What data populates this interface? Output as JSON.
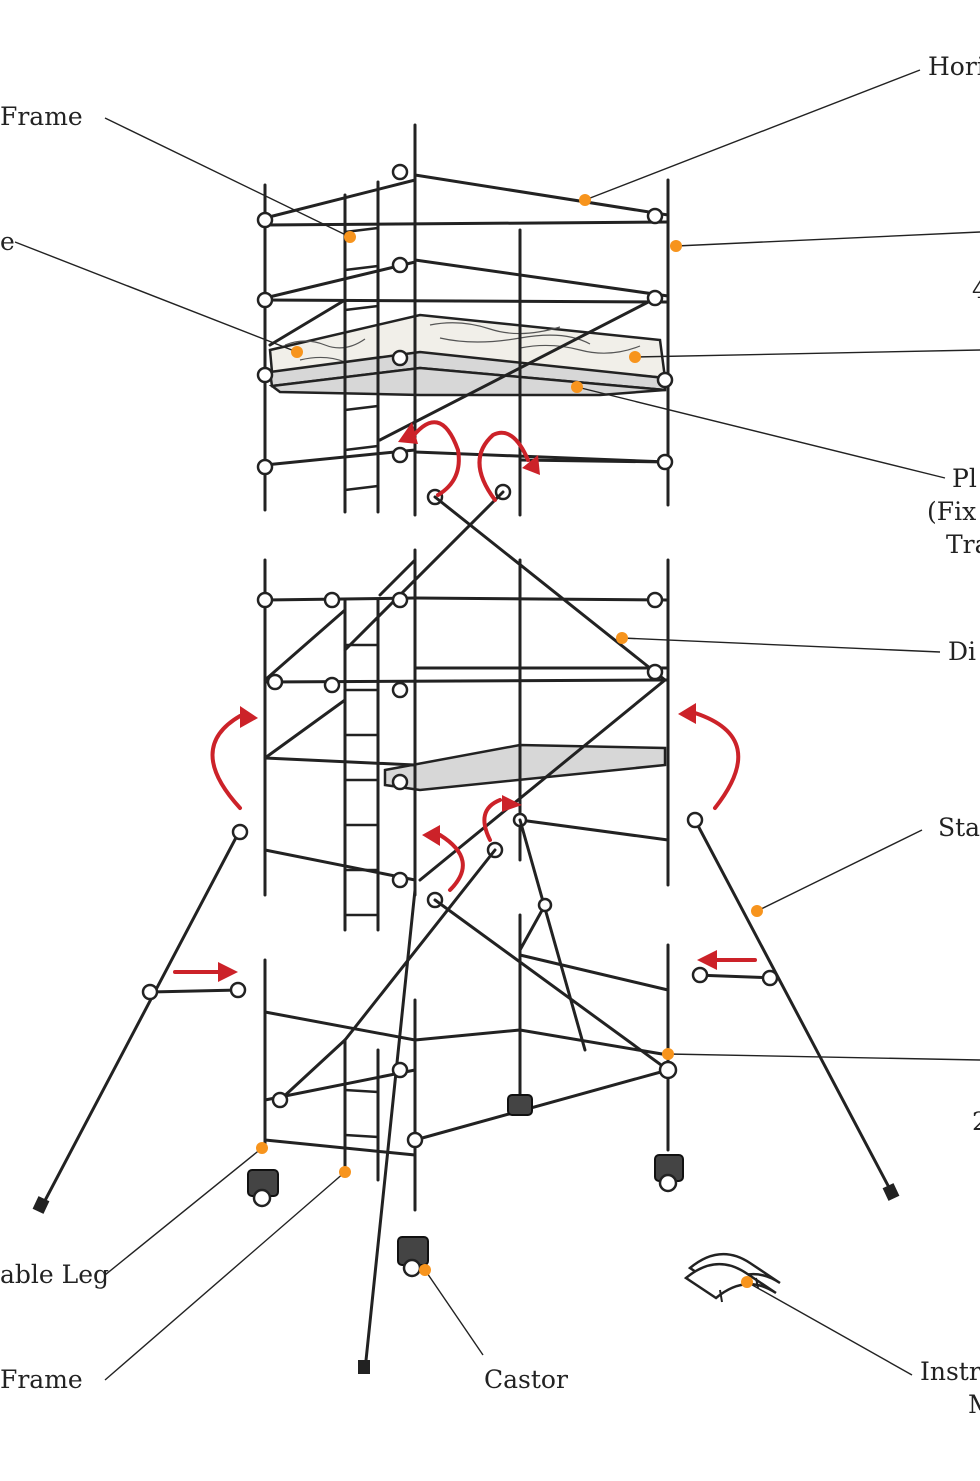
{
  "labels": {
    "horizontal": "Hori",
    "end_frame_top": "Frame",
    "toe_board": "e",
    "four": "4",
    "platform": "Pl",
    "platform_fix": "(Fix",
    "platform_trap": "Tra",
    "diagonal": "Di",
    "stabiliser": "Sta",
    "two": "2",
    "adjustable_leg": "able Leg",
    "base_frame": "Frame",
    "castor": "Castor",
    "instructions": "Instr",
    "instructions_2": "M"
  },
  "colors": {
    "marker": "#f7941d",
    "arrow": "#cc2229",
    "line": "#222222",
    "platform_fill": "#d7d7d7"
  }
}
